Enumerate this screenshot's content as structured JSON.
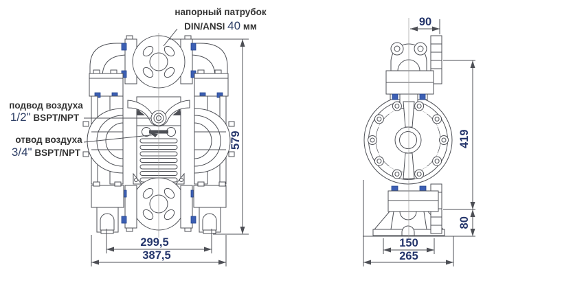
{
  "colors": {
    "line": "#4d4f55",
    "centerline": "#9a9a9a",
    "accent_blue": "#3c5fb4",
    "accent_blue_dark": "#23448e",
    "dimension_text": "#24356b",
    "label_text": "#333333",
    "background": "#ffffff"
  },
  "labels": {
    "discharge_port": {
      "line1": "напорный патрубок",
      "standard": "DIN/ANSI",
      "size": "40",
      "unit": "мм"
    },
    "air_supply": {
      "line1": "подвод воздуха",
      "size": "1/2\"",
      "thread": "BSPT/NPT"
    },
    "air_exhaust": {
      "line1": "отвод воздуха",
      "size": "3/4\"",
      "thread": "BSPT/NPT"
    }
  },
  "front_view": {
    "dim_height": "579",
    "dim_feet_spacing": "299,5",
    "dim_overall_width": "387,5"
  },
  "side_view": {
    "dim_flange_offset": "90",
    "dim_port_height": "419",
    "dim_base_height": "80",
    "dim_foot_width": "150",
    "dim_overall_depth": "265"
  }
}
